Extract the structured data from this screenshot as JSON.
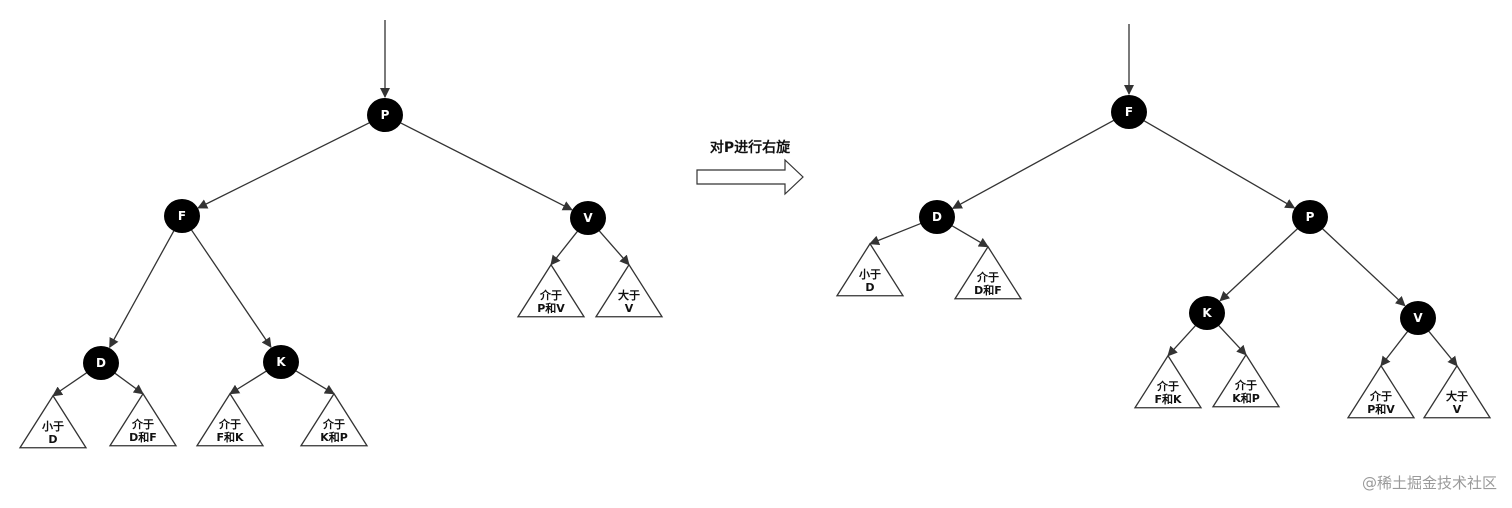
{
  "colors": {
    "node_fill": "#000000",
    "node_text": "#ffffff",
    "edge": "#333333",
    "subtree_text": "#111111",
    "watermark": "#9a9a9a"
  },
  "caption": "对P进行右旋",
  "watermark": "@稀土掘金技术社区",
  "before": {
    "nodes": [
      {
        "id": "b-P",
        "label": "P"
      },
      {
        "id": "b-F",
        "label": "F"
      },
      {
        "id": "b-V",
        "label": "V"
      },
      {
        "id": "b-D",
        "label": "D"
      },
      {
        "id": "b-K",
        "label": "K"
      }
    ],
    "subtrees": [
      {
        "id": "b-lt-d",
        "lines": [
          "小于",
          "D"
        ]
      },
      {
        "id": "b-df",
        "lines": [
          "介于",
          "D和F"
        ]
      },
      {
        "id": "b-fk",
        "lines": [
          "介于",
          "F和K"
        ]
      },
      {
        "id": "b-kp",
        "lines": [
          "介于",
          "K和P"
        ]
      },
      {
        "id": "b-pv",
        "lines": [
          "介于",
          "P和V"
        ]
      },
      {
        "id": "b-gt-v",
        "lines": [
          "大于",
          "V"
        ]
      }
    ]
  },
  "after": {
    "nodes": [
      {
        "id": "a-F",
        "label": "F"
      },
      {
        "id": "a-D",
        "label": "D"
      },
      {
        "id": "a-P",
        "label": "P"
      },
      {
        "id": "a-K",
        "label": "K"
      },
      {
        "id": "a-V",
        "label": "V"
      }
    ],
    "subtrees": [
      {
        "id": "a-lt-d",
        "lines": [
          "小于",
          "D"
        ]
      },
      {
        "id": "a-df",
        "lines": [
          "介于",
          "D和F"
        ]
      },
      {
        "id": "a-fk",
        "lines": [
          "介于",
          "F和K"
        ]
      },
      {
        "id": "a-kp",
        "lines": [
          "介于",
          "K和P"
        ]
      },
      {
        "id": "a-pv",
        "lines": [
          "介于",
          "P和V"
        ]
      },
      {
        "id": "a-gt-v",
        "lines": [
          "大于",
          "V"
        ]
      }
    ]
  }
}
